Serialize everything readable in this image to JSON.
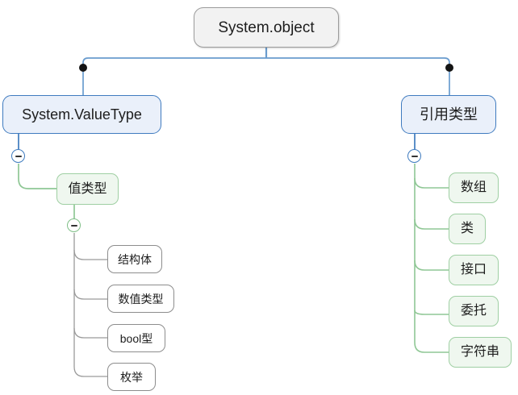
{
  "diagram": {
    "type": "tree-hierarchy",
    "title": "System.object type hierarchy",
    "colors": {
      "root_fill": "#f2f2f2",
      "root_border": "#9b9b9b",
      "blue_fill": "#eaf0fa",
      "blue_border": "#3f7bbf",
      "green_fill": "#eff7ef",
      "green_border": "#9fcfa3",
      "plain_fill": "#ffffff",
      "plain_border": "#8d8d8d",
      "blue_edge": "#6a9cce",
      "green_edge": "#8fc795",
      "grey_edge": "#9a9a9a",
      "junction_dot": "#141414"
    },
    "root": {
      "label": "System.object"
    },
    "branches": [
      {
        "label": "System.ValueType",
        "toggle": "collapse-minus",
        "child": {
          "label": "值类型",
          "toggle": "collapse-minus",
          "children": [
            {
              "label": "结构体"
            },
            {
              "label": "数值类型"
            },
            {
              "label": "bool型"
            },
            {
              "label": "枚举"
            }
          ]
        }
      },
      {
        "label": "引用类型",
        "toggle": "collapse-minus",
        "children": [
          {
            "label": "数组"
          },
          {
            "label": "类"
          },
          {
            "label": "接口"
          },
          {
            "label": "委托"
          },
          {
            "label": "字符串"
          }
        ]
      }
    ]
  }
}
